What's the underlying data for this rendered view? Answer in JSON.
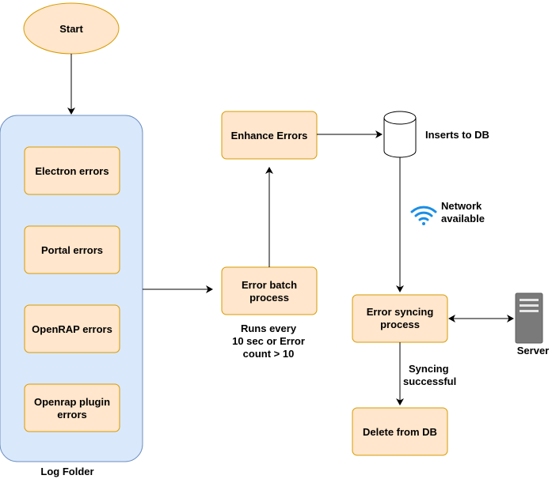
{
  "nodes": {
    "start": "Start",
    "electron": "Electron errors",
    "portal": "Portal errors",
    "openrap": "OpenRAP errors",
    "openrap_plugin": [
      "Openrap plugin",
      "errors"
    ],
    "log_folder": "Log Folder",
    "error_batch": [
      "Error batch",
      "process"
    ],
    "enhance": "Enhance Errors",
    "inserts": "Inserts to DB",
    "network": [
      "Network",
      "available"
    ],
    "error_syncing": [
      "Error syncing",
      "process"
    ],
    "server": "Server",
    "delete": "Delete from DB"
  },
  "edge_labels": {
    "runs_every": [
      "Runs every",
      "10 sec or Error",
      "count > 10"
    ],
    "syncing": [
      "Syncing",
      "successful"
    ]
  },
  "colors": {
    "start_fill": "#ffe6cc",
    "start_stroke": "#d79b00",
    "box_fill": "#ffe6cc",
    "box_stroke": "#d79b00",
    "folder_fill": "#dae8fc",
    "folder_stroke": "#6c8ebf",
    "wifi": "#1a8ee6",
    "server": "#777777"
  },
  "icons": [
    "database-icon",
    "wifi-icon",
    "server-icon"
  ]
}
